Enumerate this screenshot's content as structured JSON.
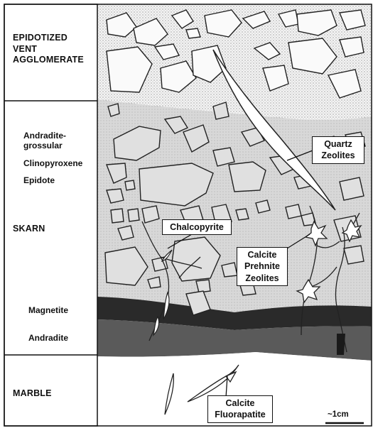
{
  "zones": {
    "top": [
      "EPIDOTIZED",
      "VENT",
      "AGGLOMERATE"
    ],
    "skarn": "SKARN",
    "marble": "MARBLE"
  },
  "skarn_minerals": [
    "Andradite-",
    "grossular",
    "Clinopyroxene",
    "Epidote"
  ],
  "layer_labels": {
    "magnetite": "Magnetite",
    "andradite": "Andradite"
  },
  "callouts": {
    "quartz": [
      "Quartz",
      "Zeolites"
    ],
    "chalcopyrite": "Chalcopyrite",
    "calcite_prehnite": [
      "Calcite",
      "Prehnite",
      "Zeolites"
    ],
    "calcite_fluorapatite": [
      "Calcite",
      "Fluorapatite"
    ]
  },
  "scale": "~1cm",
  "colors": {
    "agglomerate_fill": "#f2f2f2",
    "skarn_fill": "#d6d6d6",
    "magnetite_fill": "#2a2a2a",
    "andradite_fill": "#555555",
    "marble_fill": "#ffffff",
    "line": "#111111"
  }
}
